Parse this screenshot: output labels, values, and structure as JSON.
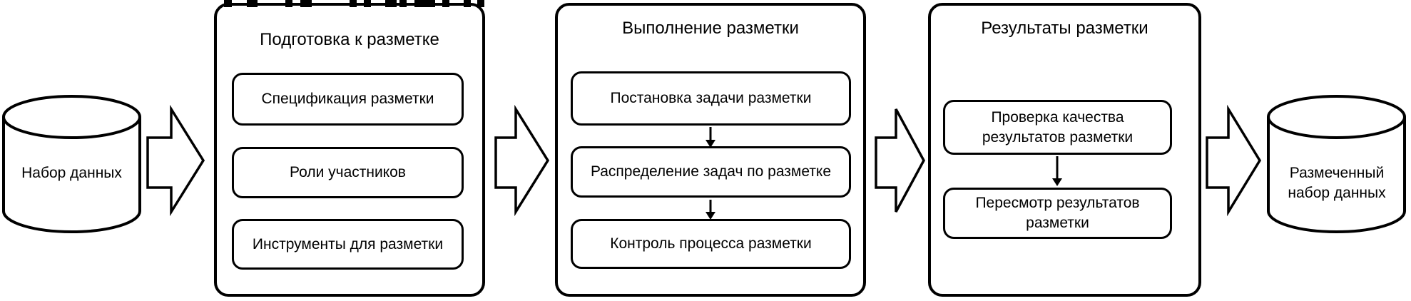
{
  "diagram": {
    "input_store": {
      "label": "Набор данных"
    },
    "output_store": {
      "label": "Размеченный набор данных"
    },
    "stages": [
      {
        "title": "Подготовка к разметке",
        "items": [
          "Спецификация разметки",
          "Роли участников",
          "Инструменты для разметки"
        ],
        "sequential": false
      },
      {
        "title": "Выполнение разметки",
        "items": [
          "Постановка задачи разметки",
          "Распределение задач по разметке",
          "Контроль процесса разметки"
        ],
        "sequential": true
      },
      {
        "title": "Результаты разметки",
        "items": [
          "Проверка качества результатов разметки",
          "Пересмотр результатов разметки"
        ],
        "sequential": true
      }
    ],
    "colors": {
      "line": "#000000",
      "background": "#ffffff",
      "shape_fill": "#ffffff"
    }
  }
}
